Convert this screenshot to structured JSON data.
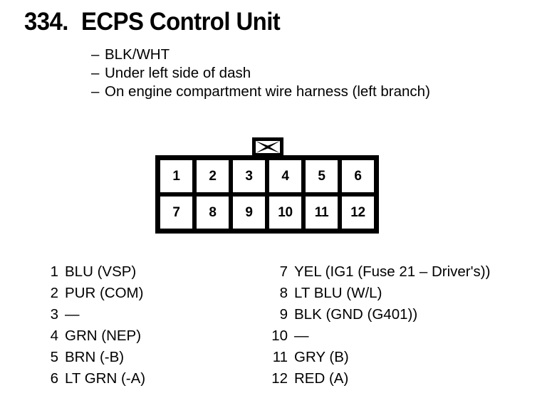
{
  "title": {
    "number": "334.",
    "name": "ECPS Control Unit"
  },
  "notes": {
    "dash": "–",
    "items": [
      "BLK/WHT",
      "Under left side of dash",
      "On engine compartment wire harness (left branch)"
    ]
  },
  "connector": {
    "latch_icon": "connector-latch-x-icon",
    "rows": [
      [
        "1",
        "2",
        "3",
        "4",
        "5",
        "6"
      ],
      [
        "7",
        "8",
        "9",
        "10",
        "11",
        "12"
      ]
    ]
  },
  "pin_list": {
    "left": [
      {
        "no": "1",
        "desc": "BLU (VSP)"
      },
      {
        "no": "2",
        "desc": "PUR (COM)"
      },
      {
        "no": "3",
        "desc": "—"
      },
      {
        "no": "4",
        "desc": "GRN (NEP)"
      },
      {
        "no": "5",
        "desc": "BRN (-B)"
      },
      {
        "no": "6",
        "desc": "LT GRN (-A)"
      }
    ],
    "right": [
      {
        "no": "7",
        "desc": "YEL (IG1 (Fuse 21 – Driver's))"
      },
      {
        "no": "8",
        "desc": "LT BLU (W/L)"
      },
      {
        "no": "9",
        "desc": "BLK (GND (G401))"
      },
      {
        "no": "10",
        "desc": "—"
      },
      {
        "no": "11",
        "desc": "GRY (B)"
      },
      {
        "no": "12",
        "desc": "RED (A)"
      }
    ]
  },
  "colors": {
    "ink": "#000000",
    "page": "#ffffff"
  }
}
